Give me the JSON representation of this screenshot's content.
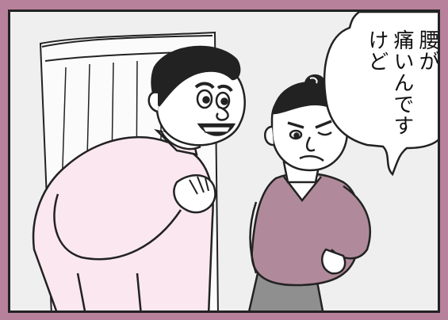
{
  "speech_bubble": {
    "lines": [
      "腰が",
      "痛いんです",
      "けど"
    ]
  },
  "colors": {
    "border_bg": "#b7819b",
    "wall": "#efefef",
    "patient_shirt": "#b08a9a",
    "doctor_coat": "#fbe7ef",
    "trousers": "#8f8f8f"
  }
}
